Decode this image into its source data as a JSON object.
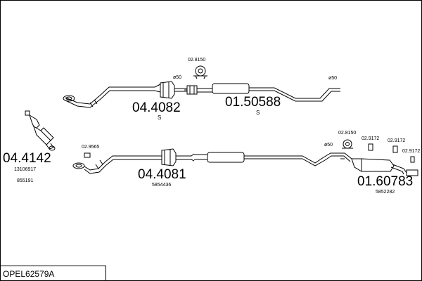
{
  "colors": {
    "line": "#000000",
    "fill": "#ffffff",
    "part_fill": "#d8d8d8"
  },
  "labels": {
    "p04_4082": "04.4082",
    "p04_4082_sub": "S",
    "p01_50588": "01.50588",
    "p01_50588_sub": "S",
    "p04_4142": "04.4142",
    "p04_4142_ref1": "13106917",
    "p04_4142_ref2": "855191",
    "p04_4081": "04.4081",
    "p04_4081_ref": "5854436",
    "p01_60783": "01.60783",
    "p01_60783_ref": "5852282",
    "hanger_top": "02.8150",
    "hanger_right": "02.8150",
    "clamp_9565": "02.9565",
    "clamp_9172_a": "02.9172",
    "clamp_9172_b": "02.9172",
    "clamp_9172_c": "02.9172",
    "dia_top_left": "ø50",
    "dia_top_right": "ø50",
    "dia_right": "ø50",
    "product_code": "OPEL62579A"
  },
  "icons": [
    "rubber-hanger-icon",
    "clamp-icon",
    "flange-icon",
    "catalytic-converter-icon",
    "muffler-icon"
  ]
}
